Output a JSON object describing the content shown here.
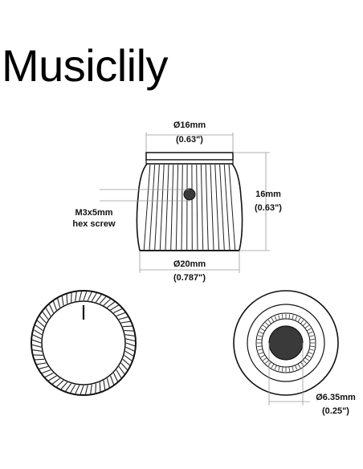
{
  "brand": "Musiclily",
  "dimensions": {
    "top_diameter": "Ø16mm",
    "top_diameter_in": "(0.63\")",
    "height": "16mm",
    "height_in": "(0.63\")",
    "screw_size": "M3x5mm",
    "screw_type": "hex screw",
    "bottom_diameter": "Ø20mm",
    "bottom_diameter_in": "(0.787\")",
    "shaft_diameter": "Ø6.35mm",
    "shaft_diameter_in": "(0.25\")"
  },
  "colors": {
    "line": "#111111",
    "dim_line": "#9a9a9a",
    "screw": "#3a3a3a"
  }
}
